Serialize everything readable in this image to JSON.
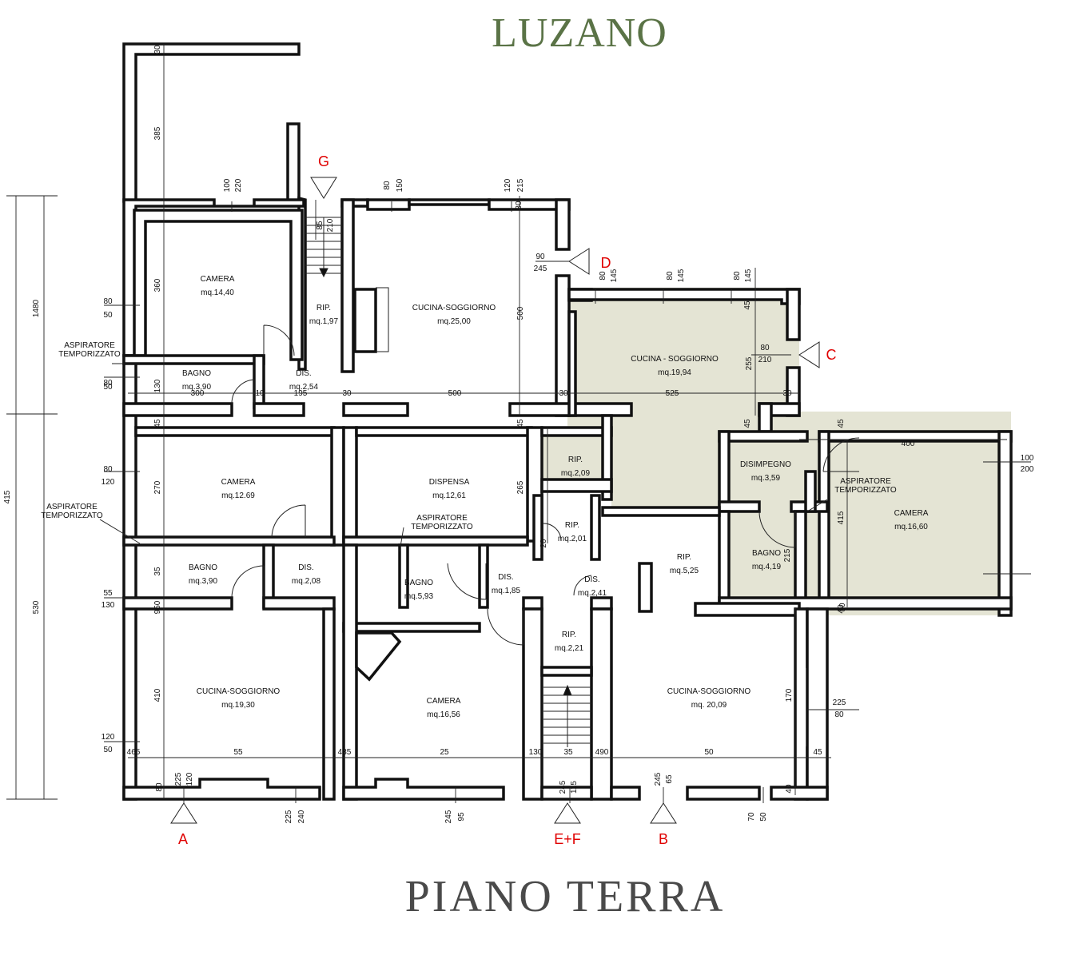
{
  "title": "LUZANO",
  "subtitle": "PIANO TERRA",
  "colors": {
    "title": "#5a7346",
    "subtitle": "#4a4a4a",
    "wall": "#111111",
    "highlight": "#e4e4d4",
    "marker": "#e00000"
  },
  "rooms": [
    {
      "name": "CAMERA",
      "area": "mq.14,40"
    },
    {
      "name": "RIP.",
      "area": "mq.1,97"
    },
    {
      "name": "CUCINA-SOGGIORNO",
      "area": "mq.25,00"
    },
    {
      "name": "BAGNO",
      "area": "mq.3,90"
    },
    {
      "name": "DIS.",
      "area": "mq.2,54"
    },
    {
      "name": "CUCINA - SOGGIORNO",
      "area": "mq.19,94"
    },
    {
      "name": "CAMERA",
      "area": "mq.12.69"
    },
    {
      "name": "DISPENSA",
      "area": "mq.12,61"
    },
    {
      "name": "RIP.",
      "area": "mq.2,09"
    },
    {
      "name": "DISIMPEGNO",
      "area": "mq.3,59"
    },
    {
      "name": "CAMERA",
      "area": "mq.16,60"
    },
    {
      "name": "BAGNO",
      "area": "mq.3,90"
    },
    {
      "name": "DIS.",
      "area": "mq.2,08"
    },
    {
      "name": "BAGNO",
      "area": "mq.5,93"
    },
    {
      "name": "DIS.",
      "area": "mq.1,85"
    },
    {
      "name": "RIP.",
      "area": "mq.2,01"
    },
    {
      "name": "DIS.",
      "area": "mq.2,41"
    },
    {
      "name": "RIP.",
      "area": "mq.5,25"
    },
    {
      "name": "BAGNO",
      "area": "mq.4,19"
    },
    {
      "name": "RIP.",
      "area": "mq.2,21"
    },
    {
      "name": "CUCINA-SOGGIORNO",
      "area": "mq.19,30"
    },
    {
      "name": "CAMERA",
      "area": "mq.16,56"
    },
    {
      "name": "CUCINA-SOGGIORNO",
      "area": "mq. 20,09"
    }
  ],
  "aspiratore": [
    [
      "ASPIRATORE",
      "TEMPORIZZATO"
    ],
    [
      "ASPIRATORE",
      "TEMPORIZZATO"
    ],
    [
      "ASPIRATORE",
      "TEMPORIZZATO"
    ],
    [
      "ASPIRATORE",
      "TEMPORIZZATO"
    ]
  ],
  "markers": [
    "A",
    "B",
    "C",
    "D",
    "E+F",
    "G"
  ],
  "dimensions": [
    "30",
    "385",
    "100",
    "220",
    "80",
    "150",
    "120",
    "215",
    "85",
    "210",
    "30",
    "90",
    "245",
    "80",
    "145",
    "80",
    "145",
    "80",
    "145",
    "360",
    "45",
    "80",
    "210",
    "255",
    "500",
    "80",
    "50",
    "130",
    "300",
    "10",
    "195",
    "30",
    "500",
    "30",
    "525",
    "30",
    "80",
    "50",
    "45",
    "45",
    "45",
    "45",
    "400",
    "100",
    "200",
    "270",
    "265",
    "80",
    "120",
    "415",
    "20",
    "215",
    "40",
    "55",
    "130",
    "35",
    "950",
    "530",
    "1480",
    "415",
    "410",
    "170",
    "225",
    "80",
    "120",
    "50",
    "465",
    "55",
    "435",
    "25",
    "130",
    "35",
    "490",
    "50",
    "45",
    "80",
    "225",
    "120",
    "225",
    "240",
    "245",
    "95",
    "245",
    "115",
    "245",
    "65",
    "70",
    "50",
    "40",
    "30"
  ]
}
